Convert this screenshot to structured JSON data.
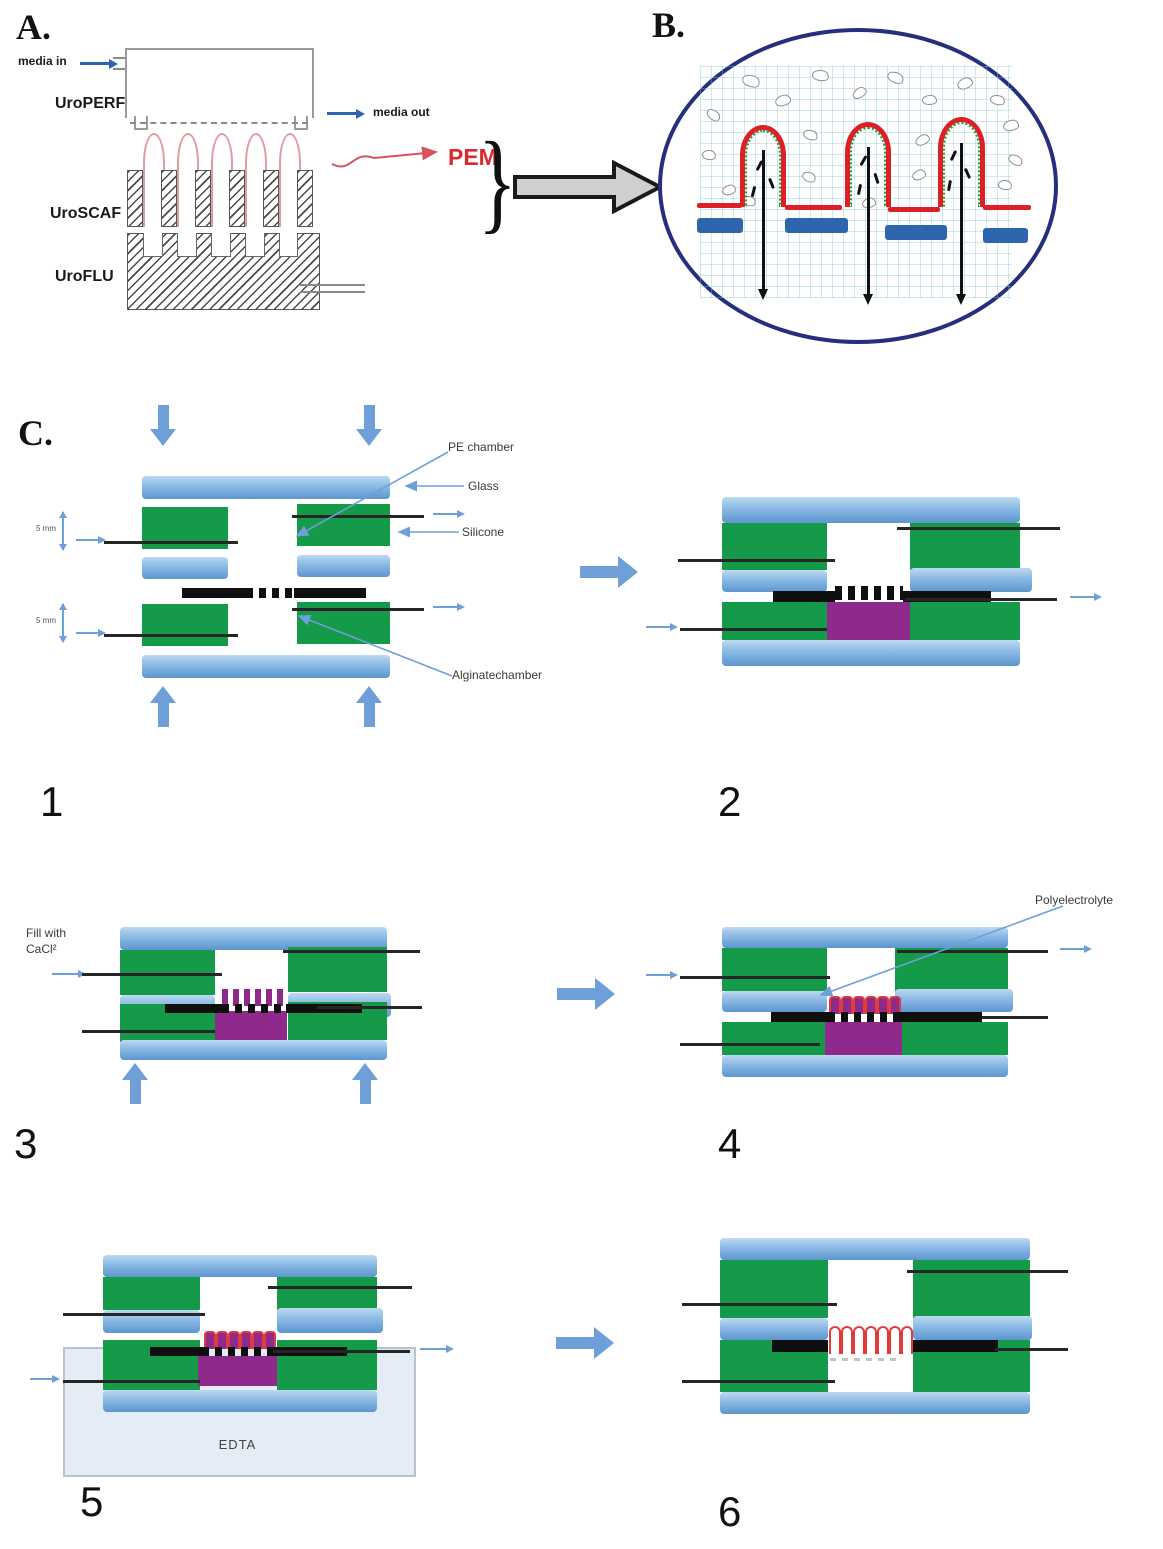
{
  "panel_a": {
    "label": "A.",
    "media_in": "media in",
    "media_out": "media out",
    "uroperf": "UroPERF",
    "uroscaf": "UroSCAF",
    "uroflu": "UroFLU",
    "pem": "PEM",
    "brace": "}"
  },
  "panel_b": {
    "label": "B."
  },
  "panel_c": {
    "label": "C.",
    "annotations": {
      "pe_chamber": "PE chamber",
      "glass": "Glass",
      "silicone": "Silicone",
      "alginate_chamber": "Alginatechamber",
      "dim_top": "5 mm",
      "dim_bottom": "5 mm",
      "fill_line1": "Fill with",
      "fill_line2": "CaCl²",
      "polyelectrolyte": "Polyelectrolyte",
      "edta": "EDTA"
    },
    "step_numbers": [
      "1",
      "2",
      "3",
      "4",
      "5",
      "6"
    ]
  },
  "colors": {
    "glass_blue": "#7FB0DE",
    "silicone_green": "#149A49",
    "alginate_purple": "#8E2A8C",
    "pem_red": "#DD2026",
    "arrow_blue": "#6F9FD8",
    "oval_navy": "#252F7D",
    "media_arrow_blue": "#2E64AD",
    "gray_arrow_fill": "#CFCFCF"
  }
}
